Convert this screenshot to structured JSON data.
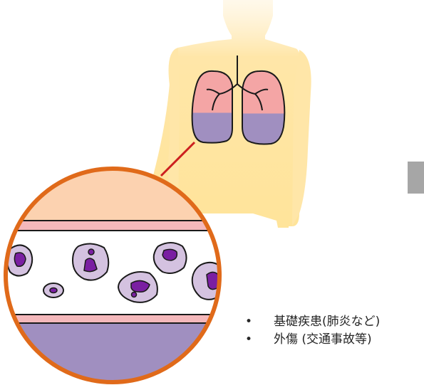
{
  "causes": {
    "items": [
      "基礎疾患(肺炎など)",
      "外傷 (交通事故等)"
    ]
  },
  "colors": {
    "body_silhouette": "#ffe6a8",
    "lung_upper": "#f4a5a5",
    "lung_lower": "#a08fc0",
    "lens_border": "#e06a1a",
    "lens_top_tissue": "#fcd2b0",
    "vessel_wall": "#f4b8bb",
    "fluid_layer": "#a08fc0",
    "cell_fill": "#d4c2e0",
    "cell_nucleus": "#7a1fa2",
    "connector_line": "#cc1f1f",
    "side_box": "#a6a6a6"
  },
  "icons": {
    "figure": "human-torso-silhouette",
    "organ": "lungs-icon",
    "detail": "magnified-alveolus-cross-section"
  }
}
